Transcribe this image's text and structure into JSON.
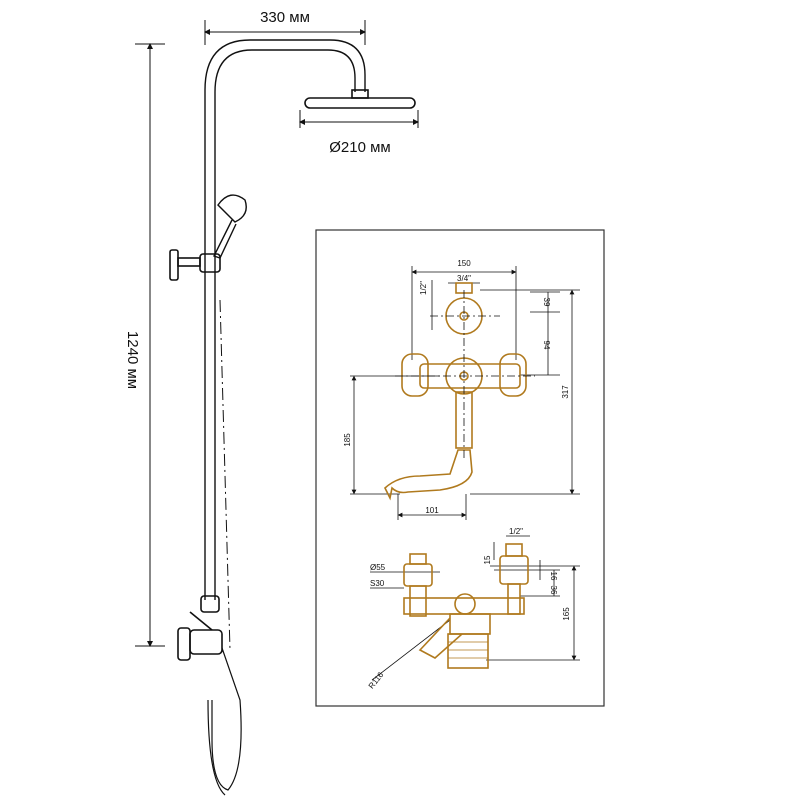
{
  "shower_system": {
    "width_label": "330 мм",
    "head_diameter_label": "Ø210 мм",
    "height_label": "1240 мм"
  },
  "mixer_front": {
    "dim_150": "150",
    "dim_thread_34": "3/4\"",
    "dim_thread_12": "1/2\"",
    "dim_39": "39",
    "dim_94": "94",
    "dim_317": "317",
    "dim_185": "185",
    "dim_101": "101"
  },
  "mixer_top": {
    "dim_thread_12": "1/2\"",
    "dim_15": "15",
    "dim_16": "16",
    "dim_d55": "Ø55",
    "dim_s30": "S30",
    "dim_36": "36",
    "dim_165": "165",
    "dim_r116": "R116"
  },
  "colors": {
    "line": "#111111",
    "mixer_gold": "#b07a1e",
    "frame": "#333333"
  }
}
